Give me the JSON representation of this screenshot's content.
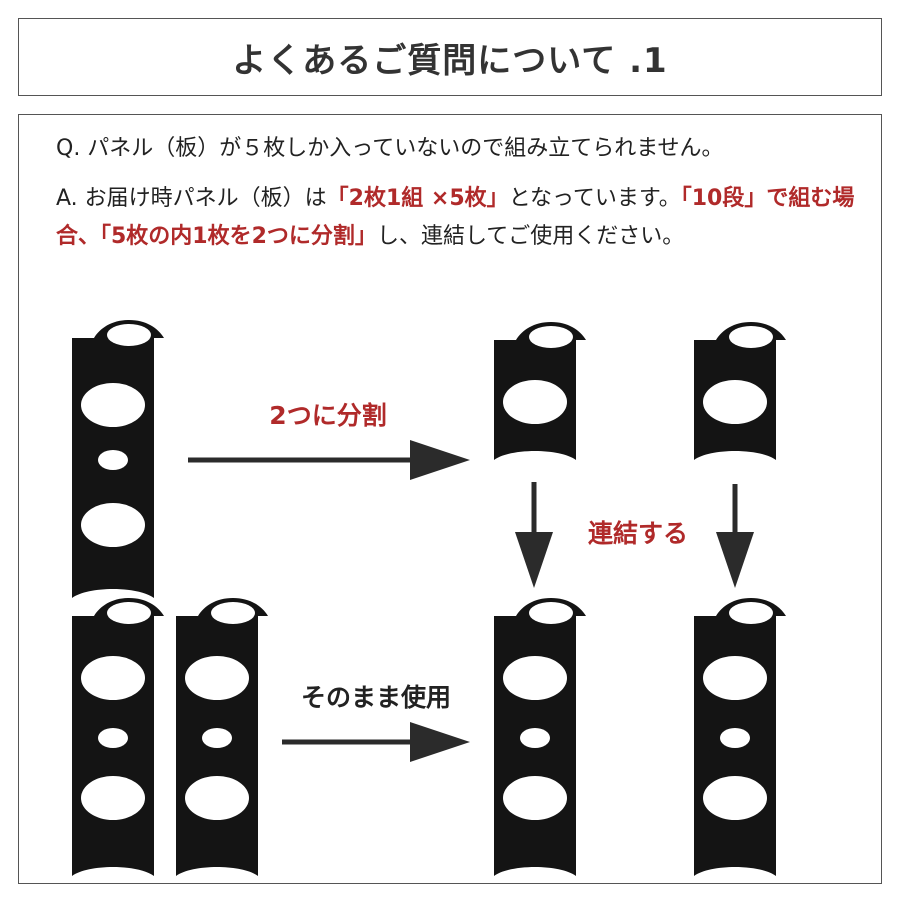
{
  "title": "よくあるご質問について .1",
  "question": "Q. パネル（板）が５枚しか入っていないので組み立てられません。",
  "answer": {
    "prefix": "A.  お届け時パネル（板）は",
    "highlight1": "「2枚1組 ×5枚」",
    "mid1": "となっています。",
    "highlight2": "「10段」で組む場合、「5枚の内1枚を2つに分割」",
    "suffix": "し、連結してご使用ください。"
  },
  "labels": {
    "split": "2つに分割",
    "connect": "連結する",
    "use_as_is": "そのまま使用"
  },
  "colors": {
    "accent": "#b02a2a",
    "panel": "#141414",
    "arrow": "#2b2b2b",
    "border": "#555555"
  }
}
